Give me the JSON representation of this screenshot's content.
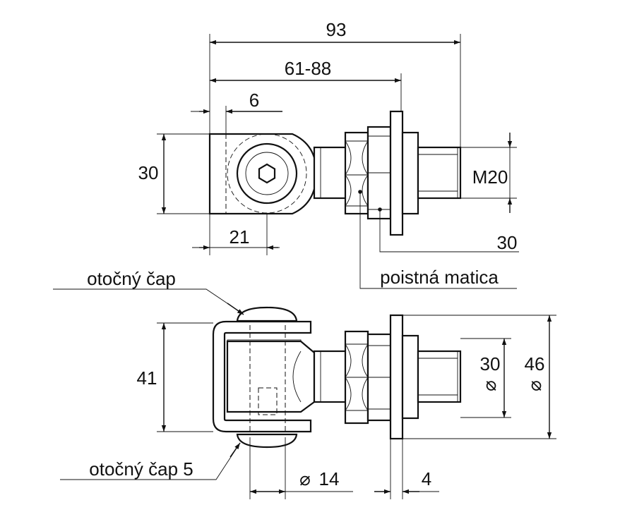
{
  "dimensions": {
    "overall_length": "93",
    "adjust_range": "61-88",
    "offset": "6",
    "eye_height": "30",
    "eye_width": "21",
    "thread": "M20",
    "nut_size": "30",
    "fork_height": "41",
    "shaft_diameter": "30",
    "washer_diameter": "46",
    "pin_diameter": "14",
    "washer_thickness": "4"
  },
  "callouts": {
    "lock_nut": "poistná matica",
    "pivot_cap_top": "otočný čap",
    "pivot_cap_bottom": "otočný čap 5"
  },
  "symbols": {
    "diameter": "⌀"
  }
}
